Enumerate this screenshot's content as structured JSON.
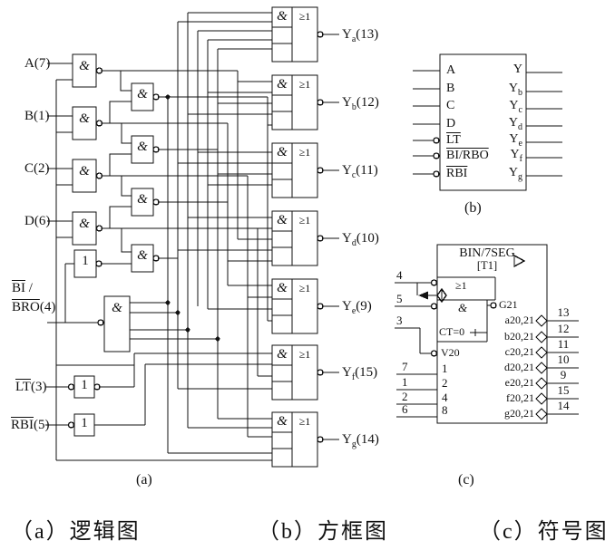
{
  "colors": {
    "ink": "#111111",
    "background": "#ffffff"
  },
  "logic": {
    "caption": "(a)",
    "inputs": {
      "a": "A(7)",
      "b": "B(1)",
      "c": "C(2)",
      "d": "D(6)",
      "bi": "BI",
      "slash": " /",
      "bro": "BRO",
      "bro_pin": "(4)",
      "lt": "LT",
      "lt_pin": "(3)",
      "rbi": "RBI",
      "rbi_pin": "(5)"
    },
    "gates": {
      "and": "&",
      "or": "≥1",
      "not": "1"
    },
    "outputs": [
      {
        "name": "Y",
        "sub": "a",
        "pin": "(13)"
      },
      {
        "name": "Y",
        "sub": "b",
        "pin": "(12)"
      },
      {
        "name": "Y",
        "sub": "c",
        "pin": "(11)"
      },
      {
        "name": "Y",
        "sub": "d",
        "pin": "(10)"
      },
      {
        "name": "Y",
        "sub": "e",
        "pin": "(9)"
      },
      {
        "name": "Y",
        "sub": "f",
        "pin": "(15)"
      },
      {
        "name": "Y",
        "sub": "g",
        "pin": "(14)"
      }
    ]
  },
  "block": {
    "caption": "(b)",
    "inputs": [
      "A",
      "B",
      "C",
      "D",
      "LT",
      "BI/RBO",
      "RBI"
    ],
    "outputs": [
      {
        "name": "Y",
        "sub": ""
      },
      {
        "name": "Y",
        "sub": "b"
      },
      {
        "name": "Y",
        "sub": "c"
      },
      {
        "name": "Y",
        "sub": "d"
      },
      {
        "name": "Y",
        "sub": "e"
      },
      {
        "name": "Y",
        "sub": "f"
      },
      {
        "name": "Y",
        "sub": "g"
      }
    ]
  },
  "symbol": {
    "caption": "(c)",
    "title": "BIN/7SEG",
    "subtitle": "[T1]",
    "or": "≥1",
    "and": "&",
    "ct": "CT=0",
    "v20": "V20",
    "g21": "G21",
    "pins": {
      "p4": "4",
      "p5": "5",
      "p3": "3"
    },
    "weights": [
      {
        "pin": "7",
        "w": "1"
      },
      {
        "pin": "1",
        "w": "2"
      },
      {
        "pin": "2",
        "w": "4"
      },
      {
        "pin": "6",
        "w": "8"
      }
    ],
    "outputs": [
      {
        "label": "a20,21",
        "pin": "13"
      },
      {
        "label": "b20,21",
        "pin": "12"
      },
      {
        "label": "c20,21",
        "pin": "11"
      },
      {
        "label": "d20,21",
        "pin": "10"
      },
      {
        "label": "e20,21",
        "pin": "9"
      },
      {
        "label": "f20,21",
        "pin": "15"
      },
      {
        "label": "g20,21",
        "pin": "14"
      }
    ]
  },
  "captions": {
    "a": "（a）逻辑图",
    "b": "（b）方框图",
    "c": "（c）符号图"
  }
}
